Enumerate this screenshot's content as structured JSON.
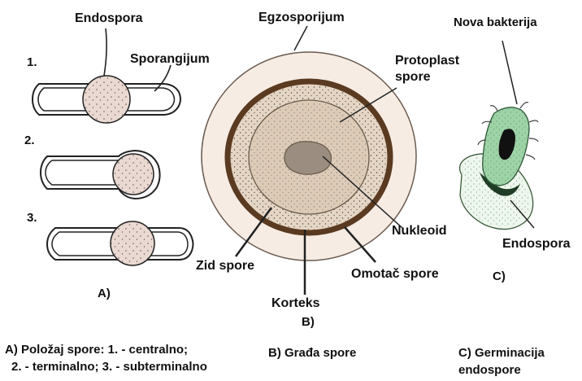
{
  "panel_a": {
    "label_endospora": "Endospora",
    "label_sporangijum": "Sporangijum",
    "num_1": "1.",
    "num_2": "2.",
    "num_3": "3.",
    "panel_letter": "A)"
  },
  "panel_b": {
    "label_egzosporijum": "Egzosporijum",
    "label_protoplast_line1": "Protoplast",
    "label_protoplast_line2": "spore",
    "label_nukleoid": "Nukleoid",
    "label_zid_spore": "Zid spore",
    "label_omotac_spore": "Omotač spore",
    "label_korteks": "Korteks",
    "panel_letter": "B)"
  },
  "panel_c": {
    "label_nova_bakterija": "Nova bakterija",
    "label_endospora": "Endospora",
    "panel_letter": "C)"
  },
  "captions": {
    "a_line1": "A) Položaj spore: 1. - centralno;",
    "a_line2": "2. - terminalno; 3. - subterminalno",
    "b_line1": "B) Građa spore",
    "c_line1": "C) Germinacija",
    "c_line2": "endospore"
  },
  "colors": {
    "outline": "#222222",
    "spore_fill": "#ead9d2",
    "exosporium_fill": "#f6ece4",
    "coat_ring": "#6b4a2e",
    "cortex_fill": "#e5d5c4",
    "nucleoid_fill": "#9b8d7f",
    "bacterium_green": "#9ed3a8",
    "endospore_shell": "#eef7ee"
  }
}
